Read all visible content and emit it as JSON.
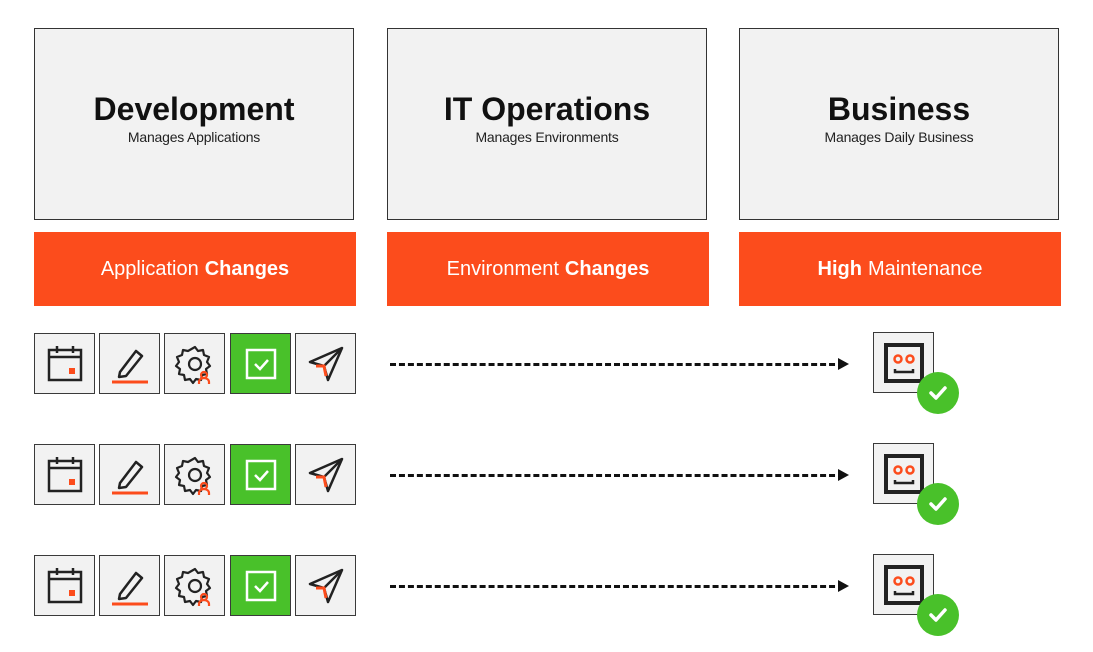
{
  "colors": {
    "accent": "#fc4c1c",
    "green": "#49c12a",
    "box_bg": "#f2f2f2",
    "dark": "#333333"
  },
  "columns": [
    {
      "title": "Development",
      "subtitle": "Manages Applications",
      "banner_normal": "Application",
      "banner_bold": "Changes",
      "bold_first": false
    },
    {
      "title": "IT Operations",
      "subtitle": "Manages Environments",
      "banner_normal": "Environment",
      "banner_bold": "Changes",
      "bold_first": false
    },
    {
      "title": "Business",
      "subtitle": "Manages Daily Business",
      "banner_normal": "Maintenance",
      "banner_bold": "High",
      "bold_first": true
    }
  ],
  "pipeline_icons": [
    "calendar-icon",
    "pencil-icon",
    "gear-user-icon",
    "checkbox-icon",
    "send-icon"
  ],
  "pipeline_rows": 3,
  "result_icon": "robot-face-icon",
  "result_badge_icon": "check-circle-icon"
}
